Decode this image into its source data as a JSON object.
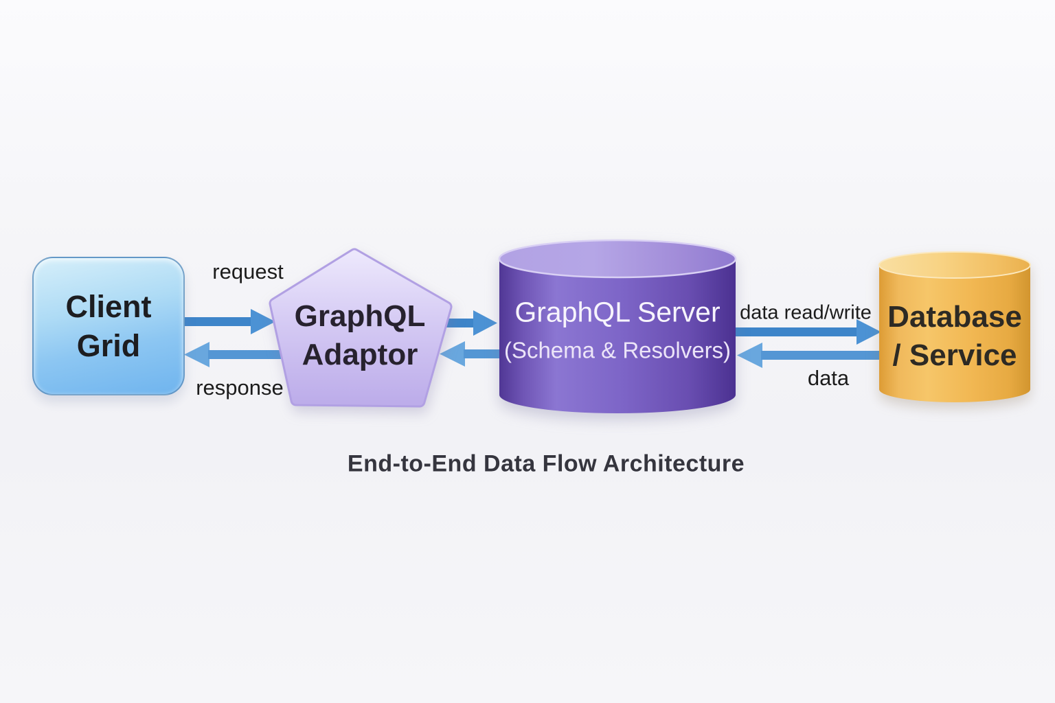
{
  "caption": "End-to-End Data Flow Architecture",
  "nodes": {
    "client": {
      "line1": "Client",
      "line2": "Grid",
      "shape": "rounded-square",
      "fill": "#7cbcf1"
    },
    "adaptor": {
      "line1": "GraphQL",
      "line2": "Adaptor",
      "shape": "pentagon",
      "fill": "#cabcee"
    },
    "server": {
      "line1": "GraphQL Server",
      "line2": "(Schema & Resolvers)",
      "shape": "cylinder",
      "fill": "#7a62c5"
    },
    "database": {
      "line1": "Database",
      "line2": "/ Service",
      "shape": "cylinder",
      "fill": "#f2b855"
    }
  },
  "labels": {
    "request": "request",
    "response": "response",
    "data_read_write": "data read/write",
    "data": "data"
  },
  "edges": [
    {
      "from": "client",
      "to": "adaptor",
      "label": "request"
    },
    {
      "from": "adaptor",
      "to": "client",
      "label": "response"
    },
    {
      "from": "adaptor",
      "to": "server",
      "label": ""
    },
    {
      "from": "server",
      "to": "adaptor",
      "label": ""
    },
    {
      "from": "server",
      "to": "database",
      "label": "data read/write"
    },
    {
      "from": "database",
      "to": "server",
      "label": "data"
    }
  ],
  "colors": {
    "arrow_forward": "#3e85c9",
    "arrow_forward_head": "#4c92d4",
    "arrow_return": "#5496d4",
    "arrow_return_head": "#69a7de",
    "background": "#f5f5f8"
  }
}
